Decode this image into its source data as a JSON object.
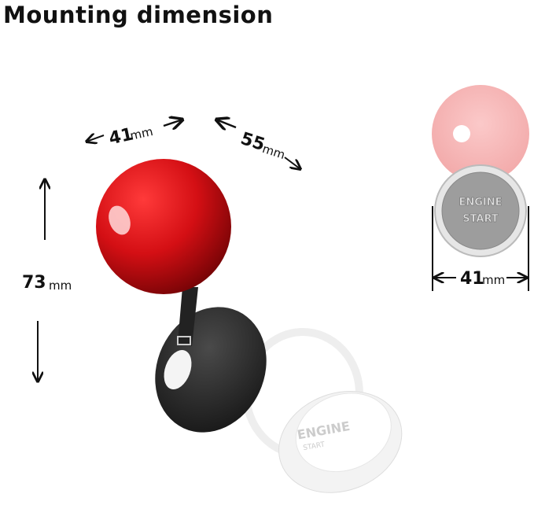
{
  "title": "Mounting dimension",
  "dimensions": {
    "top_width": {
      "value": "41",
      "unit": "mm"
    },
    "depth": {
      "value": "55",
      "unit": "mm"
    },
    "height": {
      "value": "73",
      "unit": "mm"
    },
    "button_width": {
      "value": "41",
      "unit": "mm"
    }
  },
  "button_text": {
    "line1": "ENGINE",
    "line2": "START"
  },
  "colors": {
    "knob": "#d41015",
    "base": "#2b2b2b",
    "button_face": "#9d9d9d"
  }
}
